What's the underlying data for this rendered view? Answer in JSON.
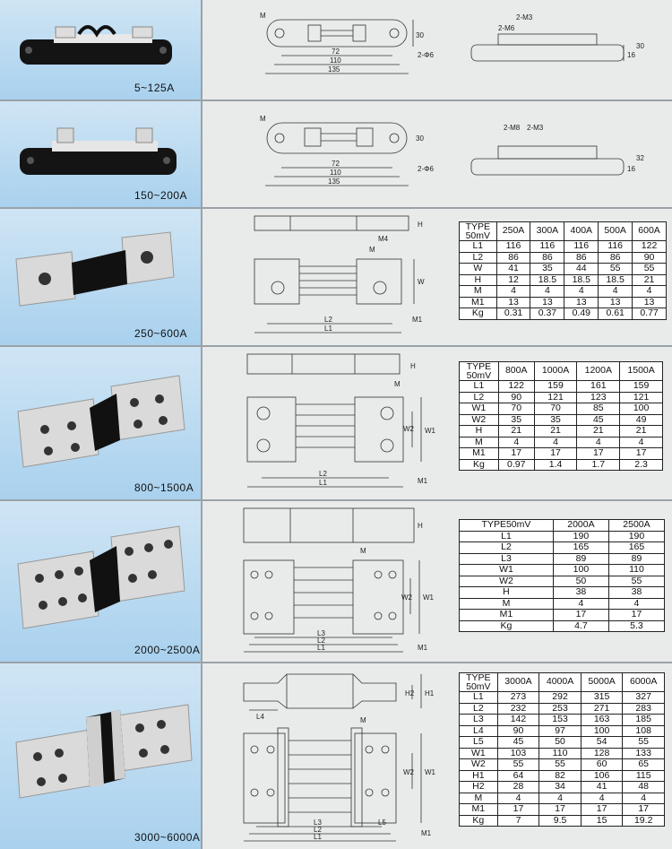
{
  "sections": [
    {
      "label": "5~125A",
      "dims": {
        "m": "M",
        "d30": "30",
        "d72": "72",
        "d110": "110",
        "d135": "135",
        "hole": "2-Φ6",
        "m3": "2-M3",
        "m6": "2-M6",
        "d16": "16",
        "d30b": "30"
      }
    },
    {
      "label": "150~200A",
      "dims": {
        "m": "M",
        "d30": "30",
        "d72": "72",
        "d110": "110",
        "d135": "135",
        "hole": "2-Φ6",
        "m8": "2-M8",
        "m3": "2-M3",
        "d16": "16",
        "d32": "32"
      }
    },
    {
      "label": "250~600A",
      "dims": {
        "h": "H",
        "m4": "M4",
        "m": "M",
        "w": "W",
        "l2": "L2",
        "l1": "L1",
        "m1": "M1"
      },
      "table": {
        "head": [
          "TYPE\n50mV",
          "250A",
          "300A",
          "400A",
          "500A",
          "600A"
        ],
        "rows": [
          [
            "L1",
            "116",
            "116",
            "116",
            "116",
            "122"
          ],
          [
            "L2",
            "86",
            "86",
            "86",
            "86",
            "90"
          ],
          [
            "W",
            "41",
            "35",
            "44",
            "55",
            "55"
          ],
          [
            "H",
            "12",
            "18.5",
            "18.5",
            "18.5",
            "21"
          ],
          [
            "M",
            "4",
            "4",
            "4",
            "4",
            "4"
          ],
          [
            "M1",
            "13",
            "13",
            "13",
            "13",
            "13"
          ],
          [
            "Kg",
            "0.31",
            "0.37",
            "0.49",
            "0.61",
            "0.77"
          ]
        ]
      }
    },
    {
      "label": "800~1500A",
      "dims": {
        "h": "H",
        "m": "M",
        "w1": "W1",
        "w2": "W2",
        "l2": "L2",
        "l1": "L1",
        "m1": "M1"
      },
      "table": {
        "head": [
          "TYPE\n50mV",
          "800A",
          "1000A",
          "1200A",
          "1500A"
        ],
        "rows": [
          [
            "L1",
            "122",
            "159",
            "161",
            "159"
          ],
          [
            "L2",
            "90",
            "121",
            "123",
            "121"
          ],
          [
            "W1",
            "70",
            "70",
            "85",
            "100"
          ],
          [
            "W2",
            "35",
            "35",
            "45",
            "49"
          ],
          [
            "H",
            "21",
            "21",
            "21",
            "21"
          ],
          [
            "M",
            "4",
            "4",
            "4",
            "4"
          ],
          [
            "M1",
            "17",
            "17",
            "17",
            "17"
          ],
          [
            "Kg",
            "0.97",
            "1.4",
            "1.7",
            "2.3"
          ]
        ]
      }
    },
    {
      "label": "2000~2500A",
      "dims": {
        "h": "H",
        "m": "M",
        "w1": "W1",
        "w2": "W2",
        "l3": "L3",
        "l2": "L2",
        "l1": "L1",
        "m1": "M1"
      },
      "table": {
        "head": [
          "TYPE50mV",
          "2000A",
          "2500A"
        ],
        "rows": [
          [
            "L1",
            "190",
            "190"
          ],
          [
            "L2",
            "165",
            "165"
          ],
          [
            "L3",
            "89",
            "89"
          ],
          [
            "W1",
            "100",
            "110"
          ],
          [
            "W2",
            "50",
            "55"
          ],
          [
            "H",
            "38",
            "38"
          ],
          [
            "M",
            "4",
            "4"
          ],
          [
            "M1",
            "17",
            "17"
          ],
          [
            "Kg",
            "4.7",
            "5.3"
          ]
        ]
      }
    },
    {
      "label": "3000~6000A",
      "dims": {
        "h2": "H2",
        "h1": "H1",
        "l4": "L4",
        "m": "M",
        "w1": "W1",
        "w2": "W2",
        "l3": "L3",
        "l2": "L2",
        "l1": "L1",
        "l5": "L5",
        "m1": "M1"
      },
      "table": {
        "head": [
          "TYPE\n50mV",
          "3000A",
          "4000A",
          "5000A",
          "6000A"
        ],
        "rows": [
          [
            "L1",
            "273",
            "292",
            "315",
            "327"
          ],
          [
            "L2",
            "232",
            "253",
            "271",
            "283"
          ],
          [
            "L3",
            "142",
            "153",
            "163",
            "185"
          ],
          [
            "L4",
            "90",
            "97",
            "100",
            "108"
          ],
          [
            "L5",
            "45",
            "50",
            "54",
            "55"
          ],
          [
            "W1",
            "103",
            "110",
            "128",
            "133"
          ],
          [
            "W2",
            "55",
            "55",
            "60",
            "65"
          ],
          [
            "H1",
            "64",
            "82",
            "106",
            "115"
          ],
          [
            "H2",
            "28",
            "34",
            "41",
            "48"
          ],
          [
            "M",
            "4",
            "4",
            "4",
            "4"
          ],
          [
            "M1",
            "17",
            "17",
            "17",
            "17"
          ],
          [
            "Kg",
            "7",
            "9.5",
            "15",
            "19.2"
          ]
        ]
      }
    }
  ]
}
